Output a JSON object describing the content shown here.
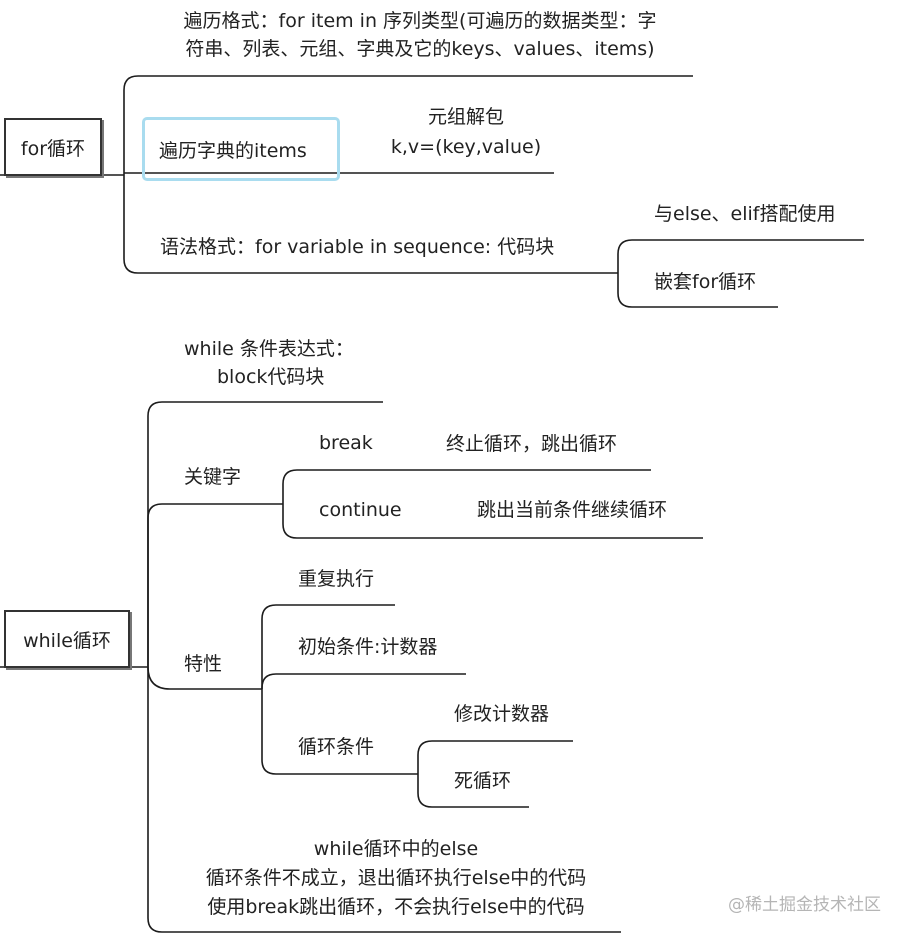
{
  "mindmap": {
    "for": {
      "root": "for循环",
      "traverse_format": [
        "遍历格式：for item in 序列类型(可遍历的数据类型：字",
        "符串、列表、元组、字典及它的keys、values、items)"
      ],
      "dict_items": "遍历字典的items",
      "unpack": [
        "元组解包",
        "k,v=(key,value)"
      ],
      "syntax": "语法格式：for variable in sequence: 代码块",
      "with_else": "与else、elif搭配使用",
      "nested": "嵌套for循环"
    },
    "while": {
      "root": "while循环",
      "syntax": [
        "while 条件表达式：",
        "block代码块"
      ],
      "keywords": "关键字",
      "break": "break",
      "break_desc": "终止循环，跳出循环",
      "continue": "continue",
      "continue_desc": "跳出当前条件继续循环",
      "features": "特性",
      "repeat": "重复执行",
      "init": "初始条件:计数器",
      "cond": "循环条件",
      "modify": "修改计数器",
      "dead": "死循环",
      "else_notes": [
        "while循环中的else",
        "循环条件不成立，退出循环执行else中的代码",
        "使用break跳出循环，不会执行else中的代码"
      ]
    }
  },
  "watermark": "@稀土掘金技术社区"
}
